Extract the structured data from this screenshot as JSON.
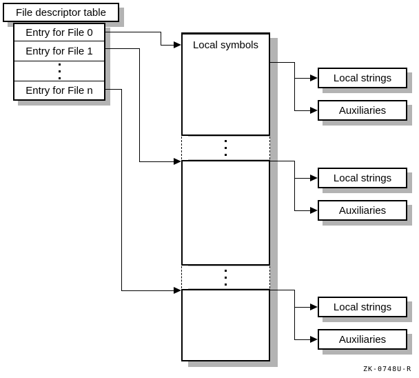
{
  "colors": {
    "ink": "#000000",
    "paper": "#ffffff"
  },
  "title_box": {
    "label": "File descriptor table"
  },
  "descriptor_table": {
    "rows": [
      {
        "label": "Entry for File 0"
      },
      {
        "label": "Entry for File 1"
      },
      {
        "label": "Entry for File n"
      }
    ],
    "ellipsis": "⋮"
  },
  "symbol_groups": [
    {
      "box_label": "Local symbols",
      "strings_label": "Local strings",
      "aux_label": "Auxiliaries"
    },
    {
      "box_label": "",
      "strings_label": "Local strings",
      "aux_label": "Auxiliaries"
    },
    {
      "box_label": "",
      "strings_label": "Local strings",
      "aux_label": "Auxiliaries"
    }
  ],
  "column_ellipsis": "⋮",
  "footer": {
    "figure_id": "ZK-0748U-R"
  }
}
